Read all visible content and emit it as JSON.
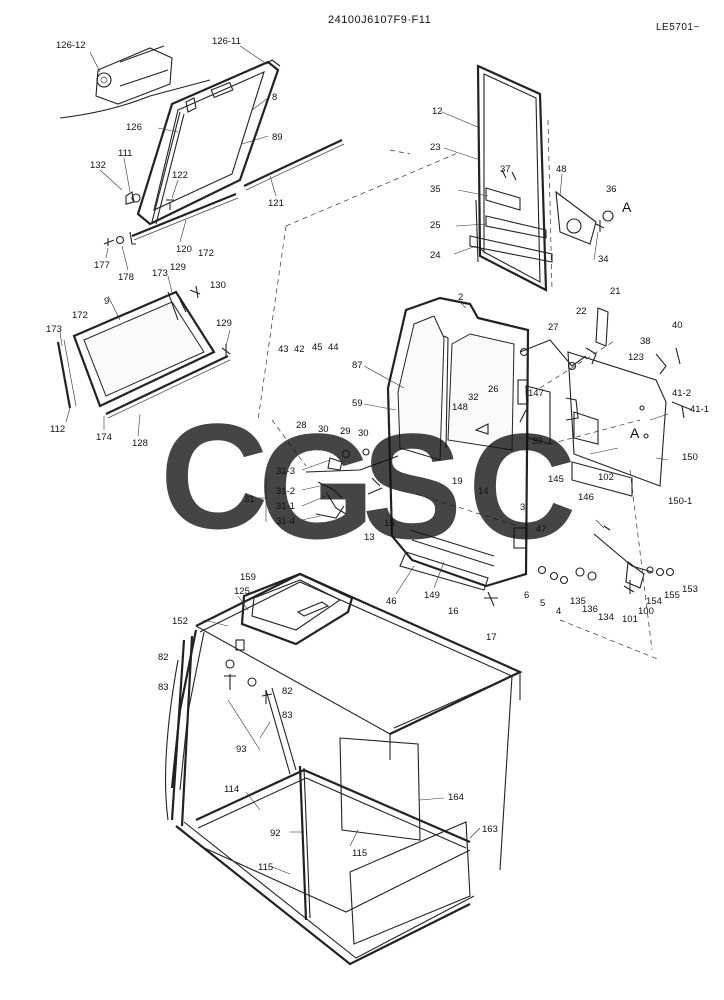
{
  "header": {
    "drawing_code": "24100J6107F9·F11",
    "serial": "LE5701~"
  },
  "watermark": {
    "letters": [
      {
        "char": "C",
        "color": "#6f9cf7"
      },
      {
        "char": "G",
        "color": "#f08a80"
      },
      {
        "char": "S",
        "color": "#f7cc55"
      },
      {
        "char": "C",
        "color": "#4cad73"
      }
    ]
  },
  "labels": [
    "126-12",
    "126-11",
    "8",
    "126",
    "89",
    "111",
    "132",
    "122",
    "121",
    "120",
    "172",
    "177",
    "178",
    "173",
    "129",
    "130",
    "9",
    "172",
    "173",
    "129",
    "112",
    "174",
    "128",
    "12",
    "23",
    "37",
    "48",
    "36",
    "A",
    "35",
    "25",
    "24",
    "34",
    "2",
    "87",
    "59",
    "43",
    "42",
    "45",
    "44",
    "148",
    "32",
    "26",
    "147",
    "27",
    "22",
    "21",
    "123",
    "38",
    "40",
    "41-2",
    "41-1",
    "A",
    "150",
    "150-1",
    "102",
    "146",
    "145",
    "39",
    "28",
    "30",
    "29",
    "30",
    "31-3",
    "31-2",
    "31-1",
    "31-4",
    "31",
    "19",
    "14",
    "13",
    "15",
    "3",
    "47",
    "46",
    "149",
    "16",
    "17",
    "6",
    "5",
    "4",
    "135",
    "136",
    "134",
    "101",
    "100",
    "154",
    "155",
    "153",
    "159",
    "125",
    "152",
    "82",
    "83",
    "82",
    "83",
    "93",
    "114",
    "92",
    "115",
    "164",
    "115",
    "163"
  ]
}
